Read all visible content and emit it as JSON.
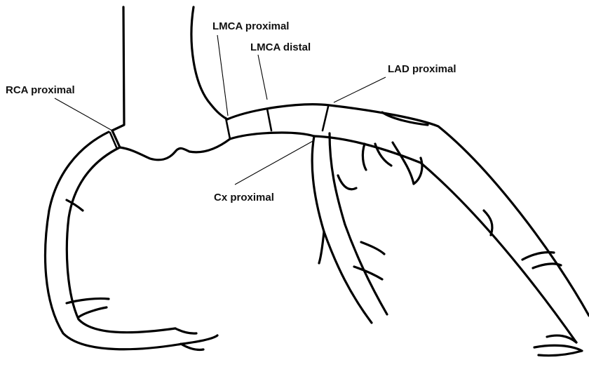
{
  "labels": {
    "lmca_proximal": "LMCA proximal",
    "lmca_distal": "LMCA distal",
    "lad_proximal": "LAD proximal",
    "rca_proximal": "RCA proximal",
    "cx_proximal": "Cx proximal"
  },
  "colors": {
    "background": "#ffffff",
    "line": "#000000",
    "text": "#111111"
  }
}
